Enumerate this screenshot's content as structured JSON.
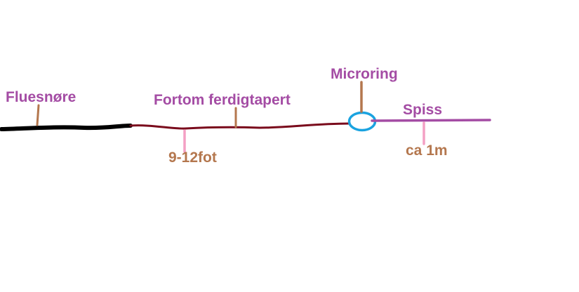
{
  "labels": {
    "fly_line": "Fluesnøre",
    "leader": "Fortom ferdigtapert",
    "leader_length": "9-12fot",
    "micro_ring": "Microring",
    "tippet": "Spiss",
    "tippet_length": "ca 1m"
  },
  "colors": {
    "fly_line": "#000000",
    "leader": "#7a0b1c",
    "micro_ring": "#1aa3e0",
    "tippet": "#a44ca4",
    "label_purple": "#a44ca4",
    "label_brown": "#b4774e",
    "pointer_brown": "#b4774e",
    "pointer_pink": "#f4a0c4",
    "background": "#ffffff"
  }
}
